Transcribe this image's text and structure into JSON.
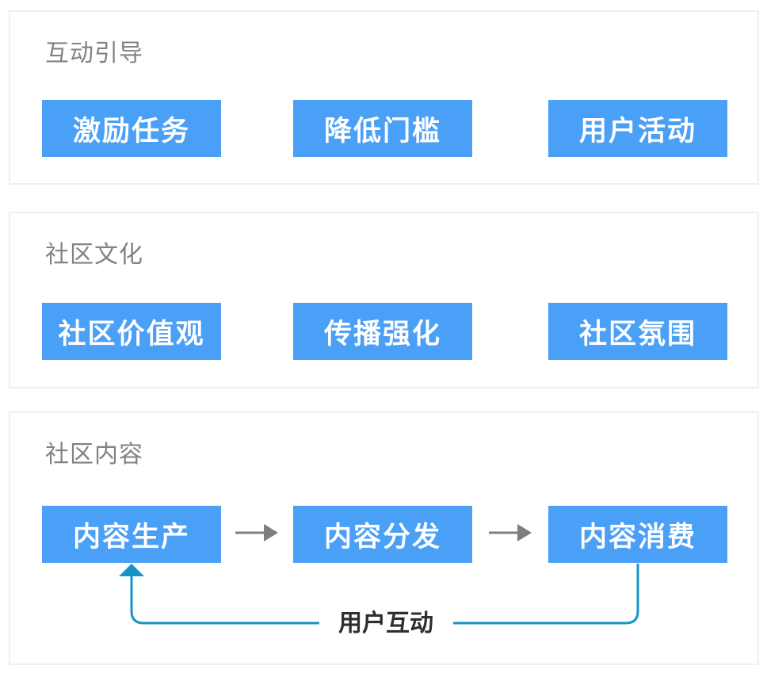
{
  "colors": {
    "node_blue": "#4A9FF6",
    "feedback_teal": "#1495C8",
    "arrow_gray": "#7F7F7F",
    "title_gray": "#828282",
    "panel_border": "#EDEFF1"
  },
  "sections": [
    {
      "title": "互动引导",
      "nodes": [
        {
          "label": "激励任务"
        },
        {
          "label": "降低门槛"
        },
        {
          "label": "用户活动"
        }
      ]
    },
    {
      "title": "社区文化",
      "nodes": [
        {
          "label": "社区价值观"
        },
        {
          "label": "传播强化"
        },
        {
          "label": "社区氛围"
        }
      ]
    },
    {
      "title": "社区内容",
      "nodes": [
        {
          "label": "内容生产"
        },
        {
          "label": "内容分发"
        },
        {
          "label": "内容消费"
        }
      ],
      "feedback_label": "用户互动"
    }
  ]
}
